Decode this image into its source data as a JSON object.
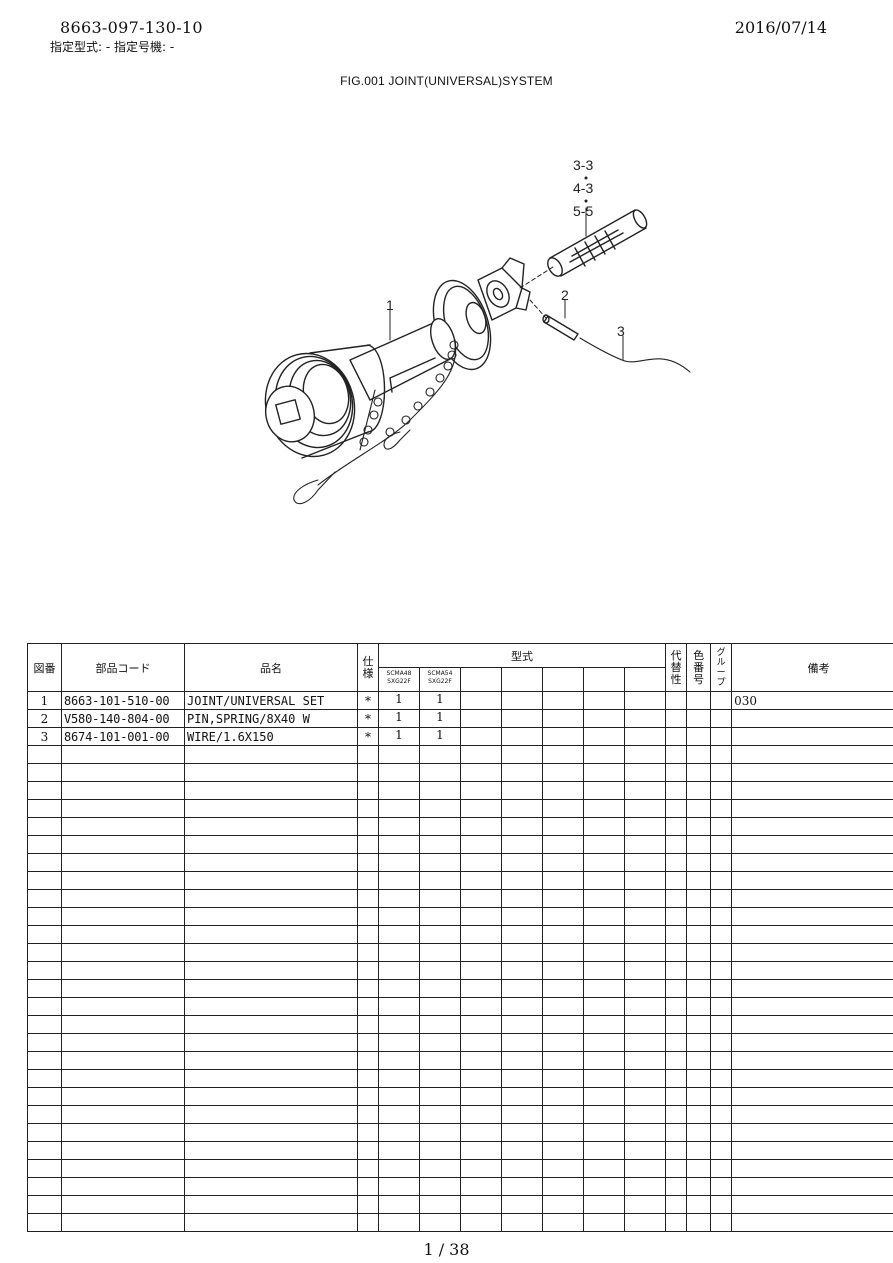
{
  "header": {
    "doc_code": "8663-097-130-10",
    "subtitle": "指定型式: -  指定号機: -",
    "date": "2016/07/14"
  },
  "figure": {
    "title": "FIG.001  JOINT(UNIVERSAL)SYSTEM",
    "callouts": {
      "top1": "3-3",
      "top2": "4-3",
      "top3": "5-5",
      "part1": "1",
      "part2": "2",
      "part3": "3"
    }
  },
  "table": {
    "headers": {
      "fig_no": "図番",
      "part_code": "部品コード",
      "part_name": "品名",
      "spec": "仕様",
      "model": "型式",
      "alt": "代替性",
      "color": "色番号",
      "group": "グループ",
      "remarks": "備考"
    },
    "models": [
      "SCMA48 SXG22F",
      "SCMA54 SXG22F",
      "",
      "",
      "",
      "",
      ""
    ],
    "rows": [
      {
        "no": "1",
        "code": "8663-101-510-00",
        "name": "JOINT/UNIVERSAL SET",
        "spec": "*",
        "qty": [
          "1",
          "1",
          "",
          "",
          "",
          "",
          ""
        ],
        "remarks": "030"
      },
      {
        "no": "2",
        "code": "V580-140-804-00",
        "name": "PIN,SPRING/8X40 W",
        "spec": "*",
        "qty": [
          "1",
          "1",
          "",
          "",
          "",
          "",
          ""
        ],
        "remarks": ""
      },
      {
        "no": "3",
        "code": "8674-101-001-00",
        "name": "WIRE/1.6X150",
        "spec": "*",
        "qty": [
          "1",
          "1",
          "",
          "",
          "",
          "",
          ""
        ],
        "remarks": ""
      }
    ]
  },
  "footer": {
    "page": "1  /  38"
  }
}
